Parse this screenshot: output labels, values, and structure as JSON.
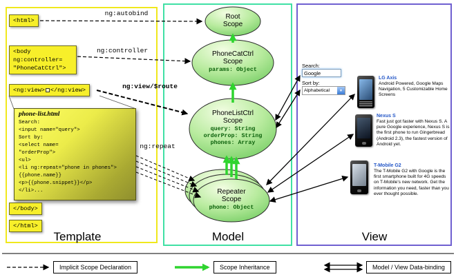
{
  "panels": {
    "template": {
      "label": "Template"
    },
    "model": {
      "label": "Model"
    },
    "view": {
      "label": "View"
    }
  },
  "template": {
    "html_open": "<html>",
    "body_open": "<body\nng:controller=\n\"PhoneCatCtrl\">",
    "ng_view_open": "<ng:view>",
    "ng_view_close": "</ng:view>",
    "phone_list": {
      "filename": "phone-list.html",
      "code": "Search:\n<input name=\"query\">\nSort by:\n<select name=\n\"orderProp\">\n<ul>\n<li ng:repeat=\"phone in phones\">\n{{phone.name}}\n<p>{{phone.snippet}}</p>\n</li>..."
    },
    "body_close": "</body>",
    "html_close": "</html>"
  },
  "model": {
    "scopes": {
      "root": {
        "name": "Root\nScope"
      },
      "phonecat": {
        "name": "PhoneCatCtrl\nScope",
        "props": "params: Object"
      },
      "phonelist": {
        "name": "PhoneListCtrl\nScope",
        "props": "query: String\norderProp: String\nphones: Array"
      },
      "repeater": {
        "name": "Repeater\nScope",
        "props": "phone: Object"
      }
    }
  },
  "arrow_labels": {
    "autobind": "ng:autobind",
    "controller": "ng:controller",
    "view_route": "ng:view/$route",
    "repeat": "ng:repeat"
  },
  "view": {
    "search_label": "Search:",
    "search_value": "Google",
    "sort_label": "Sort by:",
    "sort_value": "Alphabetical",
    "phones": [
      {
        "name": "LG Axis",
        "description": "Android Powered, Google Maps Navigation, 5 Customizable Home Screens"
      },
      {
        "name": "Nexus S",
        "description": "Fast just got faster with Nexus S. A pure Google experience, Nexus S is the first phone to run Gingerbread (Android 2.3), the fastest version of Android yet."
      },
      {
        "name": "T-Mobile G2",
        "description": "The T-Mobile G2 with Google is the first smartphone built for 4G speeds on T-Mobile's new network. Get the information you need, faster than you ever thought possible."
      }
    ]
  },
  "legend": {
    "implicit": "Implicit Scope Declaration",
    "inheritance": "Scope Inheritance",
    "databinding": "Model / View Data-binding"
  },
  "icons": {
    "select_dropdown": "▼"
  },
  "colors": {
    "template_border": "#f0e81c",
    "model_border": "#3fe0a4",
    "view_border": "#6f5fd0",
    "code_bg": "#f7ef2a",
    "inheritance_green": "#2fd42f",
    "scope_prop_text": "#0a600a",
    "link_blue": "#2356c7"
  }
}
